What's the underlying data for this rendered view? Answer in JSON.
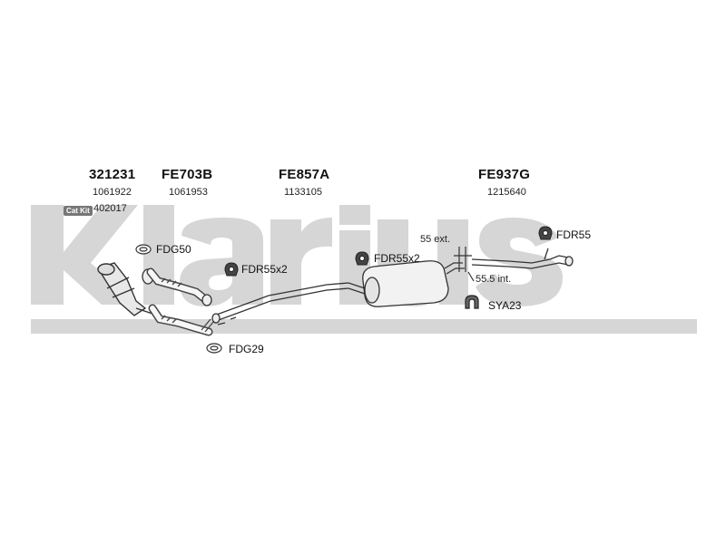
{
  "brand": {
    "watermark_text": "Klarius",
    "watermark_color": "#d4d4d4"
  },
  "parts": [
    {
      "code": "321231",
      "number": "1061922"
    },
    {
      "code": "FE703B",
      "number": "1061953"
    },
    {
      "code": "FE857A",
      "number": "1133105"
    },
    {
      "code": "FE937G",
      "number": "1215640"
    }
  ],
  "cat_kit": {
    "badge": "Cat Kit",
    "number": "402017"
  },
  "fittings": {
    "fdg50": "FDG50",
    "fdr55x2_left": "FDR55x2",
    "fdr55x2_mid": "FDR55x2",
    "fdr55": "FDR55",
    "sya23": "SYA23",
    "fdg29": "FDG29"
  },
  "dimensions": {
    "ext": "55 ext.",
    "int": "55.5 int."
  },
  "icons": [
    "gasket-icon",
    "hanger-icon",
    "clamp-icon"
  ]
}
